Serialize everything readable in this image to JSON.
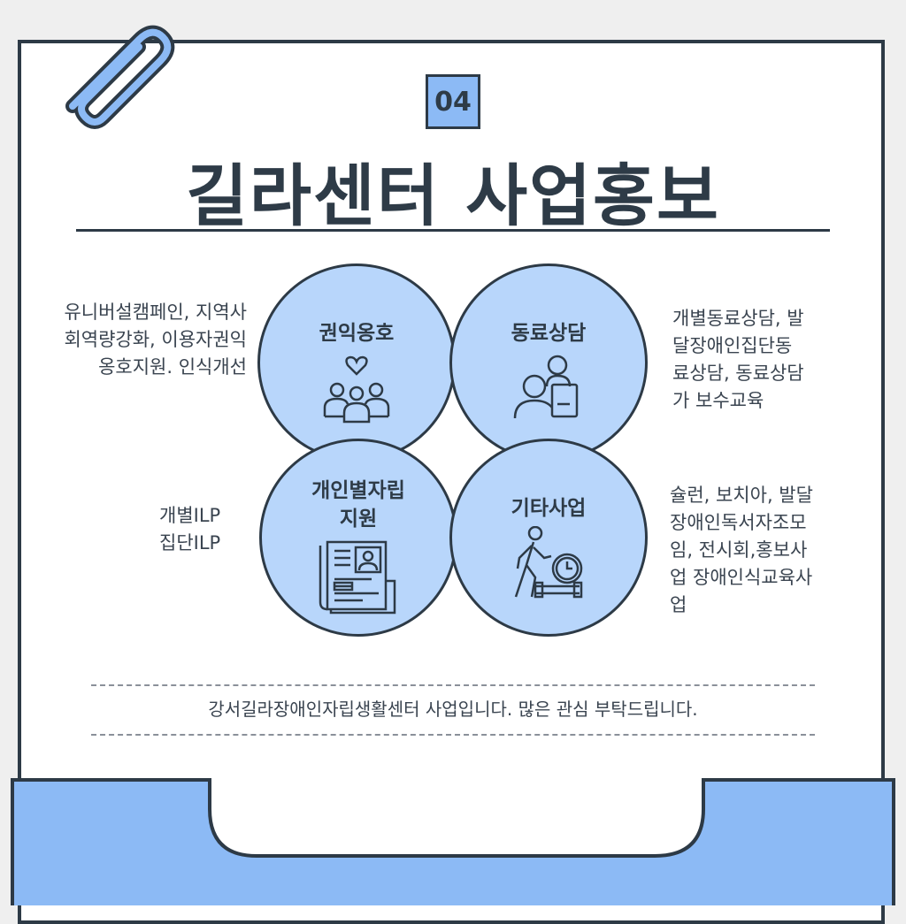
{
  "header": {
    "badge": "04",
    "title": "길라센터 사업홍보"
  },
  "services": [
    {
      "title": "권익옹호",
      "icon": "people-heart-icon",
      "description": [
        "유니버설캠페인, 지역사",
        "회역량강화, 이용자권익",
        "옹호지원. 인식개선"
      ]
    },
    {
      "title": "동료상담",
      "icon": "counseling-icon",
      "description": [
        "개별동료상담, 발",
        "달장애인집단동",
        "료상담, 동료상담",
        "가 보수교육"
      ]
    },
    {
      "title_lines": [
        "개인별자립",
        "지원"
      ],
      "icon": "document-profile-icon",
      "description": [
        "개별ILP",
        "집단ILP"
      ]
    },
    {
      "title": "기타사업",
      "icon": "walking-clock-icon",
      "description": [
        "슐런, 보치아, 발달",
        "장애인독서자조모",
        "임, 전시회,홍보사",
        "업 장애인식교육사",
        "업"
      ]
    }
  ],
  "footer": {
    "text": "강서길라장애인자립생활센터 사업입니다. 많은 관심 부탁드립니다."
  },
  "colors": {
    "accent": "#8cbaf5",
    "circle": "#b8d6fb",
    "dark": "#2d3a46"
  }
}
